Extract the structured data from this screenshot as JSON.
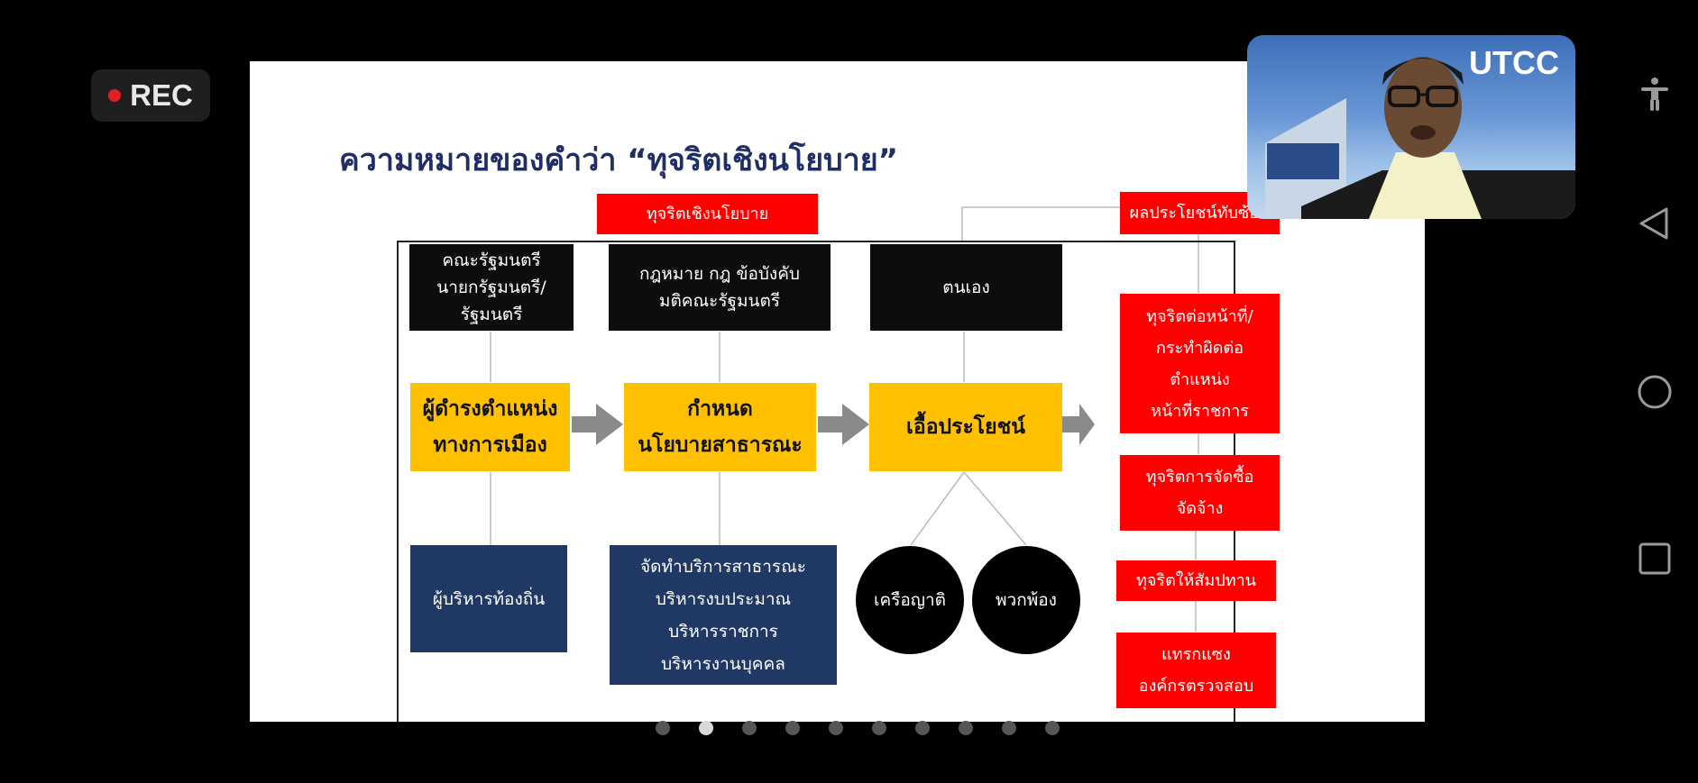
{
  "recording": {
    "label": "REC"
  },
  "slide": {
    "title": "ความหมายของคำว่า “ทุจริตเชิงนโยบาย”",
    "header_box": "ทุจริตเชิงนโยบาย",
    "black_boxes": [
      "คณะรัฐมนตรี\nนายกรัฐมนตรี/\nรัฐมนตรี",
      "กฎหมาย กฎ ข้อบังคับ\nมติคณะรัฐมนตรี",
      "ตนเอง"
    ],
    "yellow_boxes": [
      "ผู้ดำรงตำแหน่ง\nทางการเมือง",
      "กำหนด\nนโยบายสาธารณะ",
      "เอื้อประโยชน์"
    ],
    "navy_boxes": [
      "ผู้บริหารท้องถิ่น",
      "จัดทำบริการสาธารณะ\nบริหารงบประมาณ\nบริหารราชการ\nบริหารงานบุคคล"
    ],
    "circles": [
      "เครือญาติ",
      "พวกพ้อง"
    ],
    "red_column": [
      "ผลประโยชน์ทับซ้อน",
      "ทุจริตต่อหน้าที่/\nกระทำผิดต่อ\nตำแหน่ง\nหน้าที่ราชการ",
      "ทุจริตการจัดซื้อ\nจัดจ้าง",
      "ทุจริตให้สัมปทาน",
      "แทรกแซง\nองค์กรตรวจสอบ"
    ]
  },
  "pagination": {
    "total": 10,
    "active_index": 1
  },
  "camera": {
    "logo": "UTCC"
  },
  "nav_icons": [
    "accessibility-icon",
    "back-icon",
    "home-icon",
    "recents-icon"
  ],
  "colors": {
    "title": "#1f2f66",
    "yellow": "#ffc000",
    "navy": "#203864",
    "red": "#ff0000"
  }
}
